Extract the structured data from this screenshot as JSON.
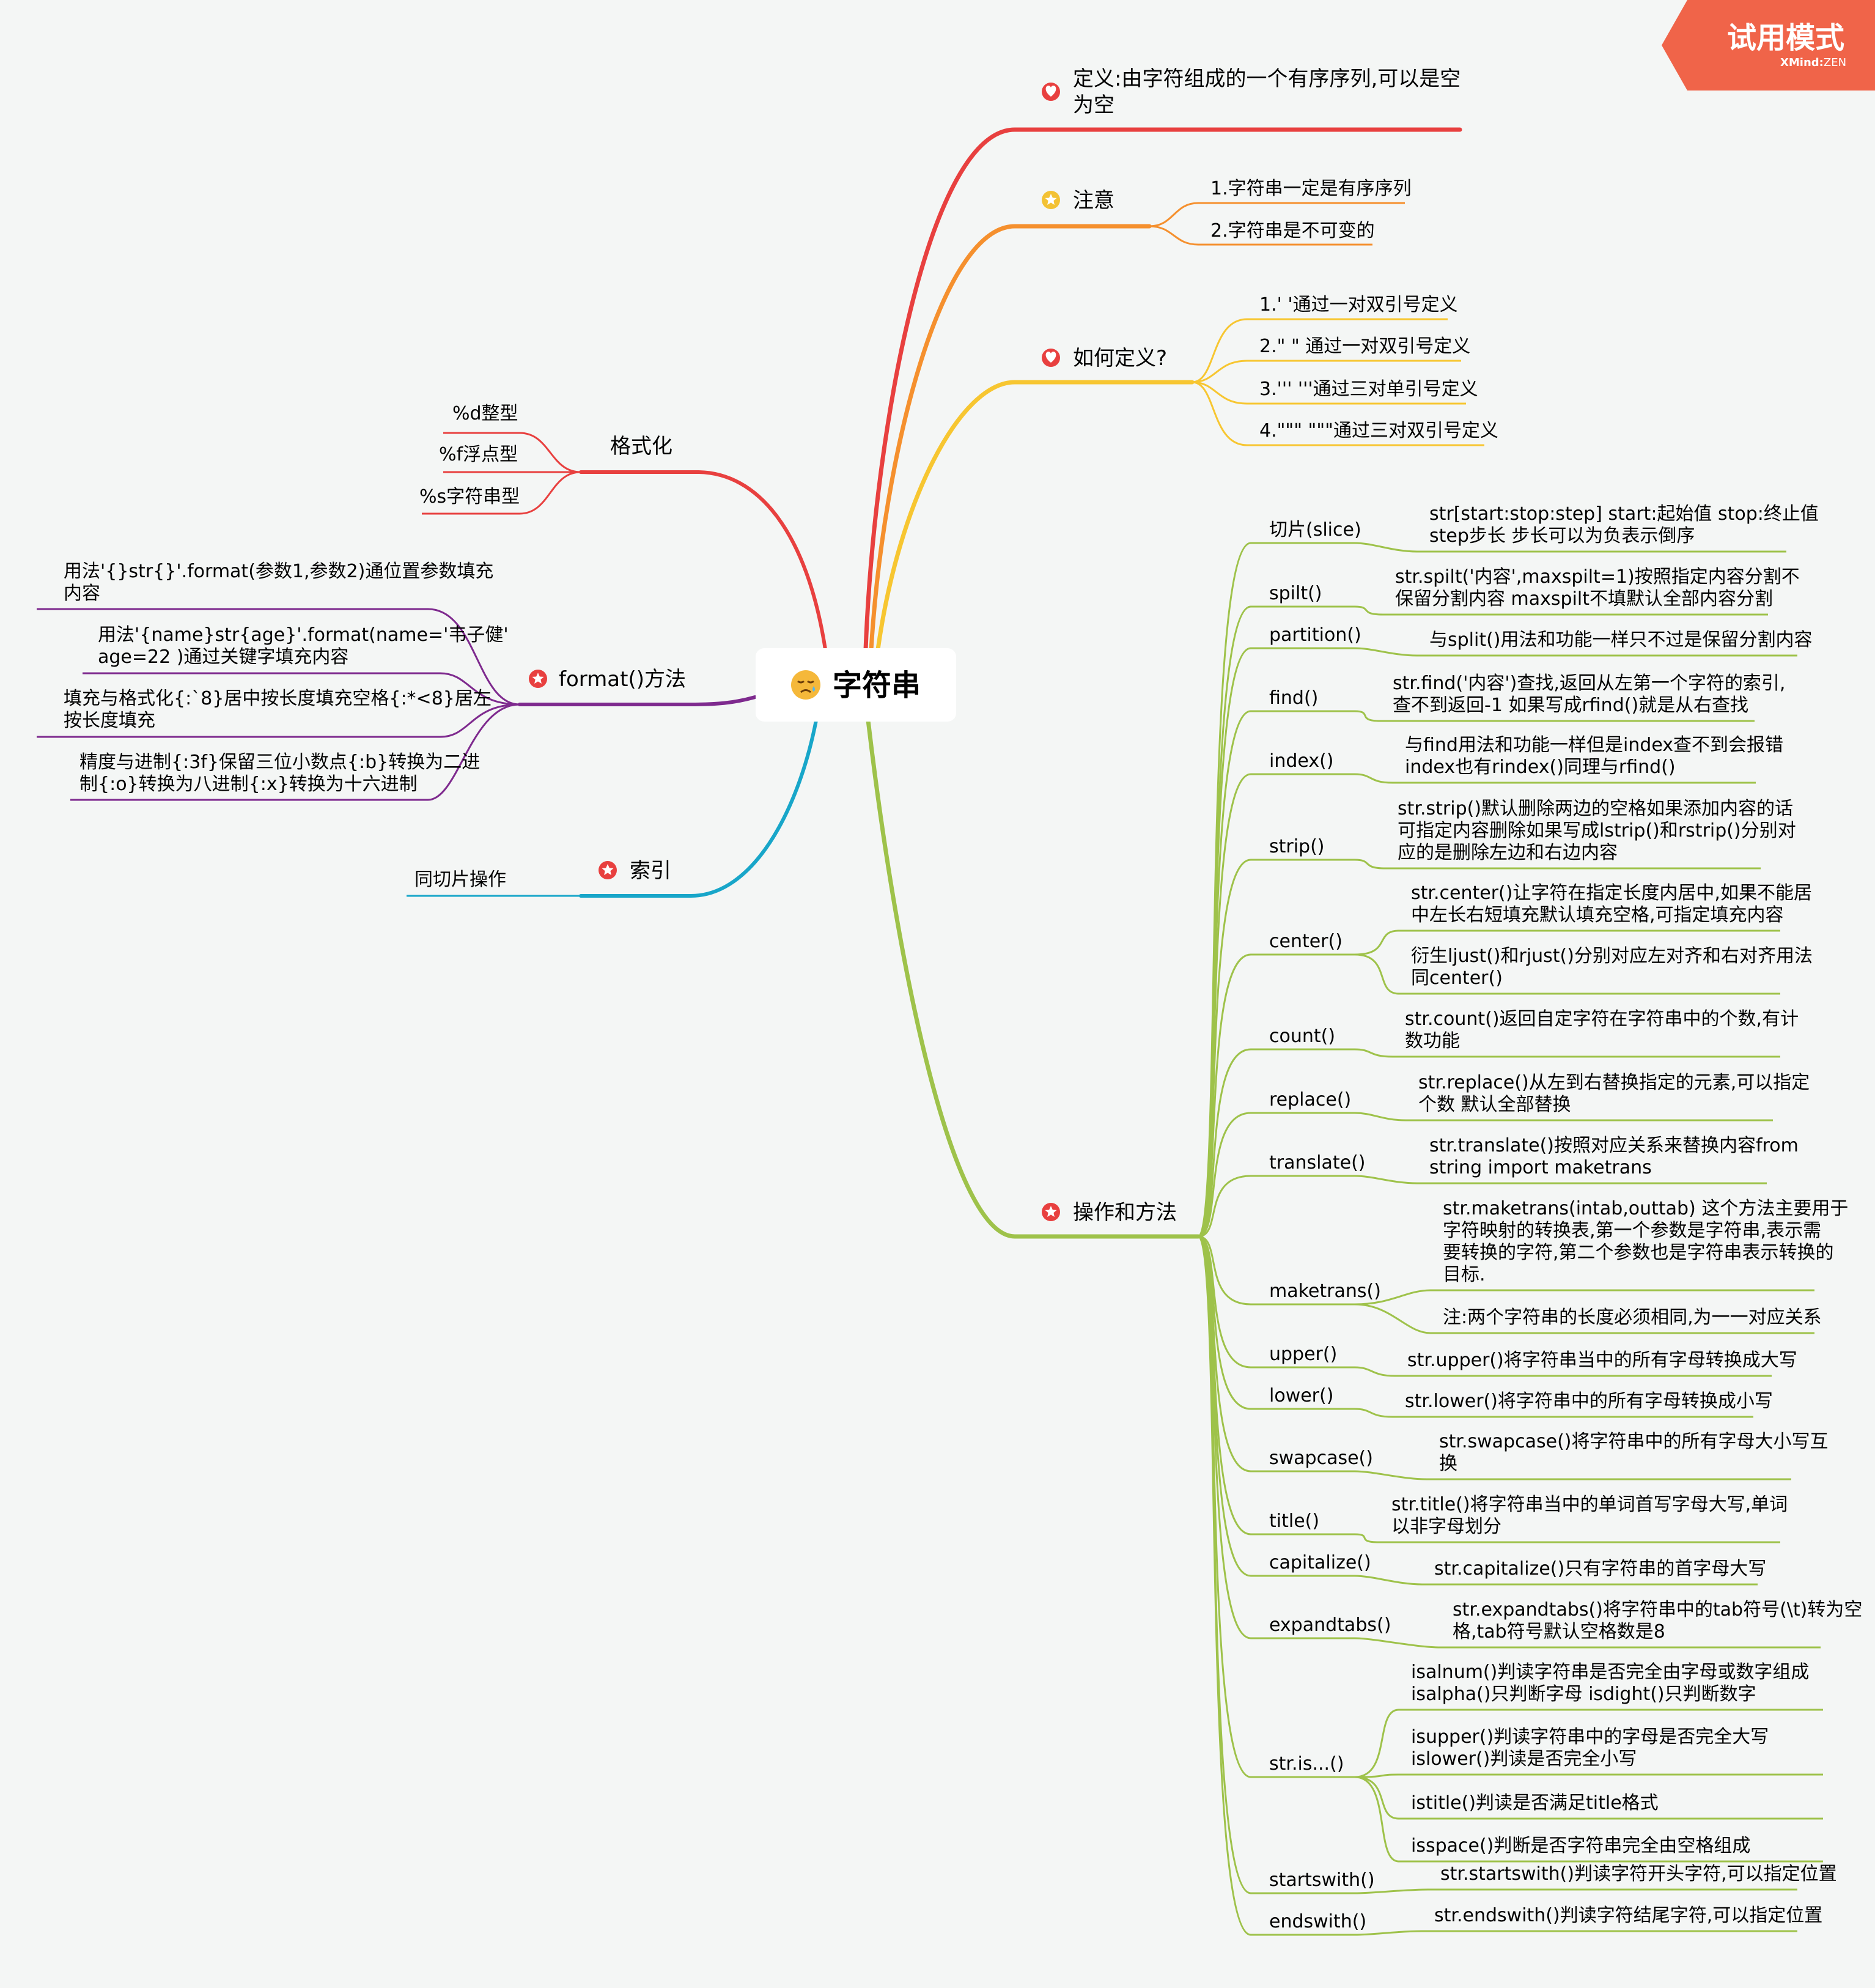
{
  "badge": {
    "title": "试用模式",
    "brand": "XMind",
    "edition": "ZEN"
  },
  "root": {
    "label": "字符串",
    "icon": "sad-face-icon"
  },
  "colors": {
    "red": "#e8403f",
    "orange": "#f5902e",
    "yellow": "#f7c631",
    "green": "#9ec24a",
    "blue": "#18a6c9",
    "purple": "#7e2a8e",
    "badge": "#f06449"
  },
  "right": {
    "definition": {
      "label": "定义:由字符组成的一个有序序列,可以是空为空",
      "line1": "定义:由字符组成的一个有序序列,可以是空",
      "line2": "为空",
      "icon": "heart-icon"
    },
    "note": {
      "label": "注意",
      "icon": "star-icon",
      "children": [
        "1.字符串一定是有序序列",
        "2.字符串是不可变的"
      ]
    },
    "how_define": {
      "label": "如何定义?",
      "icon": "heart-icon",
      "children": [
        "1.' '通过一对双引号定义",
        "2.\" \" 通过一对双引号定义",
        "3.''' '''通过三对单引号定义",
        "4.\"\"\" \"\"\"通过三对双引号定义"
      ]
    },
    "ops": {
      "label": "操作和方法",
      "icon": "star-icon",
      "methods": [
        {
          "name": "切片(slice)",
          "desc": [
            [
              "str[start:stop:step]  start:起始值 stop:终止值",
              "step步长  步长可以为负表示倒序"
            ]
          ]
        },
        {
          "name": "spilt()",
          "desc": [
            [
              "str.spilt('内容',maxspilt=1)按照指定内容分割不",
              "保留分割内容 maxspilt不填默认全部内容分割"
            ]
          ]
        },
        {
          "name": "partition()",
          "desc": [
            [
              "与split()用法和功能一样只不过是保留分割内容"
            ]
          ]
        },
        {
          "name": "find()",
          "desc": [
            [
              "str.find('内容')查找,返回从左第一个字符的索引,",
              "查不到返回-1 如果写成rfind()就是从右查找"
            ]
          ]
        },
        {
          "name": "index()",
          "desc": [
            [
              "与find用法和功能一样但是index查不到会报错",
              "index也有rindex()同理与rfind()"
            ]
          ]
        },
        {
          "name": "strip()",
          "desc": [
            [
              "str.strip()默认删除两边的空格如果添加内容的话",
              "可指定内容删除如果写成lstrip()和rstrip()分别对",
              "应的是删除左边和右边内容"
            ]
          ]
        },
        {
          "name": "center()",
          "desc": [
            [
              "str.center()让字符在指定长度内居中,如果不能居",
              "中左长右短填充默认填充空格,可指定填充内容"
            ],
            [
              "衍生ljust()和rjust()分别对应左对齐和右对齐用法",
              "同center()"
            ]
          ]
        },
        {
          "name": "count()",
          "desc": [
            [
              "str.count()返回自定字符在字符串中的个数,有计",
              "数功能"
            ]
          ]
        },
        {
          "name": "replace()",
          "desc": [
            [
              "str.replace()从左到右替换指定的元素,可以指定",
              "个数 默认全部替换"
            ]
          ]
        },
        {
          "name": "translate()",
          "desc": [
            [
              "str.translate()按照对应关系来替换内容from",
              "string import maketrans"
            ]
          ]
        },
        {
          "name": "maketrans()",
          "desc": [
            [
              "str.maketrans(intab,outtab)  这个方法主要用于",
              "字符映射的转换表,第一个参数是字符串,表示需",
              "要转换的字符,第二个参数也是字符串表示转换的",
              "目标."
            ],
            [
              "注:两个字符串的长度必须相同,为一一对应关系"
            ]
          ]
        },
        {
          "name": "upper()",
          "desc": [
            [
              "str.upper()将字符串当中的所有字母转换成大写"
            ]
          ]
        },
        {
          "name": "lower()",
          "desc": [
            [
              "str.lower()将字符串中的所有字母转换成小写"
            ]
          ]
        },
        {
          "name": "swapcase()",
          "desc": [
            [
              "str.swapcase()将字符串中的所有字母大小写互",
              "换"
            ]
          ]
        },
        {
          "name": "title()",
          "desc": [
            [
              "str.title()将字符串当中的单词首写字母大写,单词",
              "以非字母划分"
            ]
          ]
        },
        {
          "name": "capitalize()",
          "desc": [
            [
              "str.capitalize()只有字符串的首字母大写"
            ]
          ]
        },
        {
          "name": "expandtabs()",
          "desc": [
            [
              "str.expandtabs()将字符串中的tab符号(\\t)转为空",
              "格,tab符号默认空格数是8"
            ]
          ]
        },
        {
          "name": "str.is...()",
          "desc": [
            [
              "isalnum()判读字符串是否完全由字母或数字组成",
              "isalpha()只判断字母 isdight()只判断数字"
            ],
            [
              "isupper()判读字符串中的字母是否完全大写",
              "islower()判读是否完全小写"
            ],
            [
              "istitle()判读是否满足title格式"
            ],
            [
              "isspace()判断是否字符串完全由空格组成"
            ]
          ]
        },
        {
          "name": "startswith()",
          "desc": [
            [
              "str.startswith()判读字符开头字符,可以指定位置"
            ]
          ]
        },
        {
          "name": "endswith()",
          "desc": [
            [
              "str.endswith()判读字符结尾字符,可以指定位置"
            ]
          ]
        }
      ]
    }
  },
  "left": {
    "format_pct": {
      "label": "格式化",
      "children": [
        "%d整型",
        "%f浮点型",
        "%s字符串型"
      ]
    },
    "format_method": {
      "label": "format()方法",
      "icon": "star-icon",
      "children": [
        [
          "用法'{}str{}'.format(参数1,参数2)通位置参数填充",
          "内容"
        ],
        [
          "用法'{name}str{age}'.format(name='韦子健'",
          "age=22 )通过关键字填充内容"
        ],
        [
          "填充与格式化{:`8}居中按长度填充空格{:*<8}居左",
          "按长度填充"
        ],
        [
          "精度与进制{:3f}保留三位小数点{:b}转换为二进",
          "制{:o}转换为八进制{:x}转换为十六进制"
        ]
      ]
    },
    "index": {
      "label": "索引",
      "icon": "star-icon",
      "children": [
        "同切片操作"
      ]
    }
  }
}
